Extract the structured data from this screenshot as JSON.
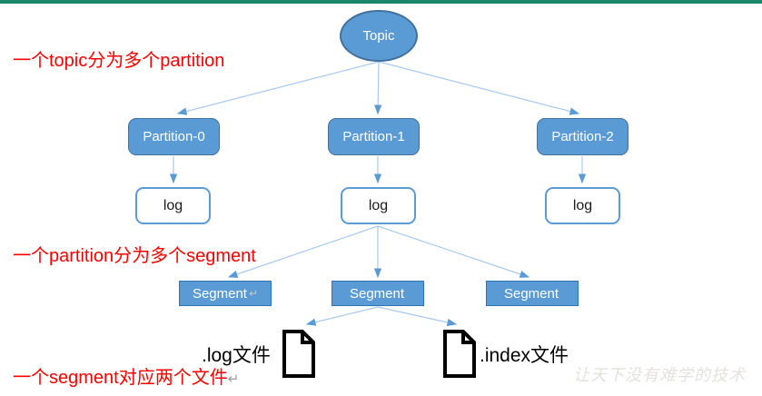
{
  "diagram": {
    "root": {
      "label": "Topic"
    },
    "partitions": [
      {
        "label": "Partition-0"
      },
      {
        "label": "Partition-1"
      },
      {
        "label": "Partition-2"
      }
    ],
    "logs": [
      {
        "label": "log"
      },
      {
        "label": "log"
      },
      {
        "label": "log"
      }
    ],
    "segments": [
      {
        "label": "Segment",
        "mark": "↵"
      },
      {
        "label": "Segment",
        "mark": ""
      },
      {
        "label": "Segment",
        "mark": ""
      }
    ],
    "files": [
      {
        "label": ".log文件",
        "icon": "document-icon"
      },
      {
        "label": ".index文件",
        "icon": "document-icon"
      }
    ],
    "annotations": [
      {
        "text": "一个topic分为多个partition",
        "mark": ""
      },
      {
        "text": "一个partition分为多个segment",
        "mark": ""
      },
      {
        "text": "一个segment对应两个文件",
        "mark": "↵"
      }
    ],
    "watermark": "让天下没有难学的技术"
  },
  "colors": {
    "node_fill": "#5B9BD5",
    "node_border": "#41719C",
    "segment_border": "#2E75B6",
    "arrow_line": "#A9C9EC",
    "arrow_head": "#5B9BD5",
    "annotation_red": "#FF0000",
    "top_bar_green": "#17866B",
    "watermark_gray": "#E4E2DE",
    "file_icon_black": "#000000"
  }
}
